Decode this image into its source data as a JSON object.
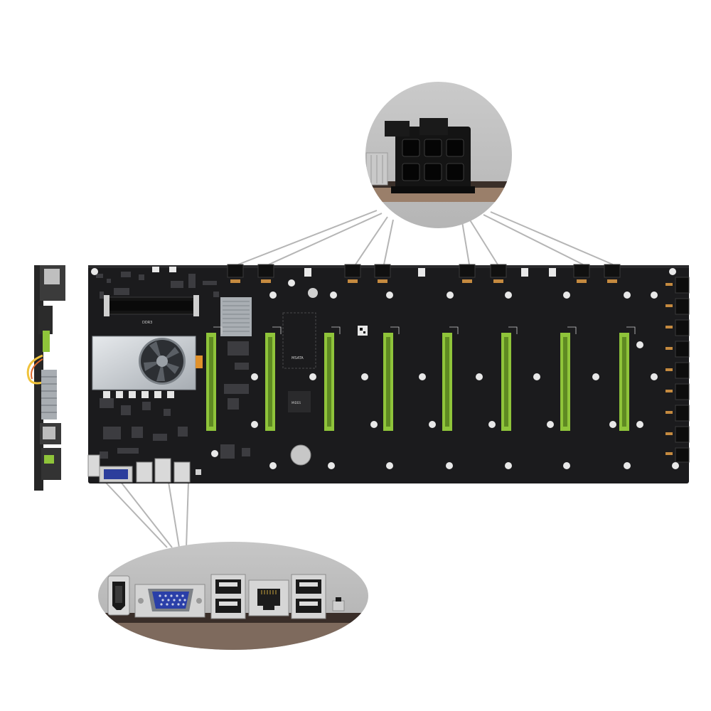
{
  "image": {
    "subject": "mining-motherboard-product-photo",
    "colors": {
      "background": "#ffffff",
      "board": "#1b1b1d",
      "pcie_slot": "#8fc43a",
      "heatsink": "#b9bec4",
      "zoom_circle": "#bdbdbd",
      "callout_line": "#b0b0b0",
      "connector": "#111111"
    },
    "board_labels": {
      "ram_slot": "DDR3",
      "msata_slot": "MSATA",
      "chip_label": "MIDD1"
    },
    "counts": {
      "pcie_x16_slots": 8,
      "six_pin_power_connectors": 8,
      "zoomed_rear_ports": 5
    },
    "rear_io": [
      "HDMI",
      "VGA",
      "USB",
      "LAN",
      "USB",
      "button"
    ]
  }
}
